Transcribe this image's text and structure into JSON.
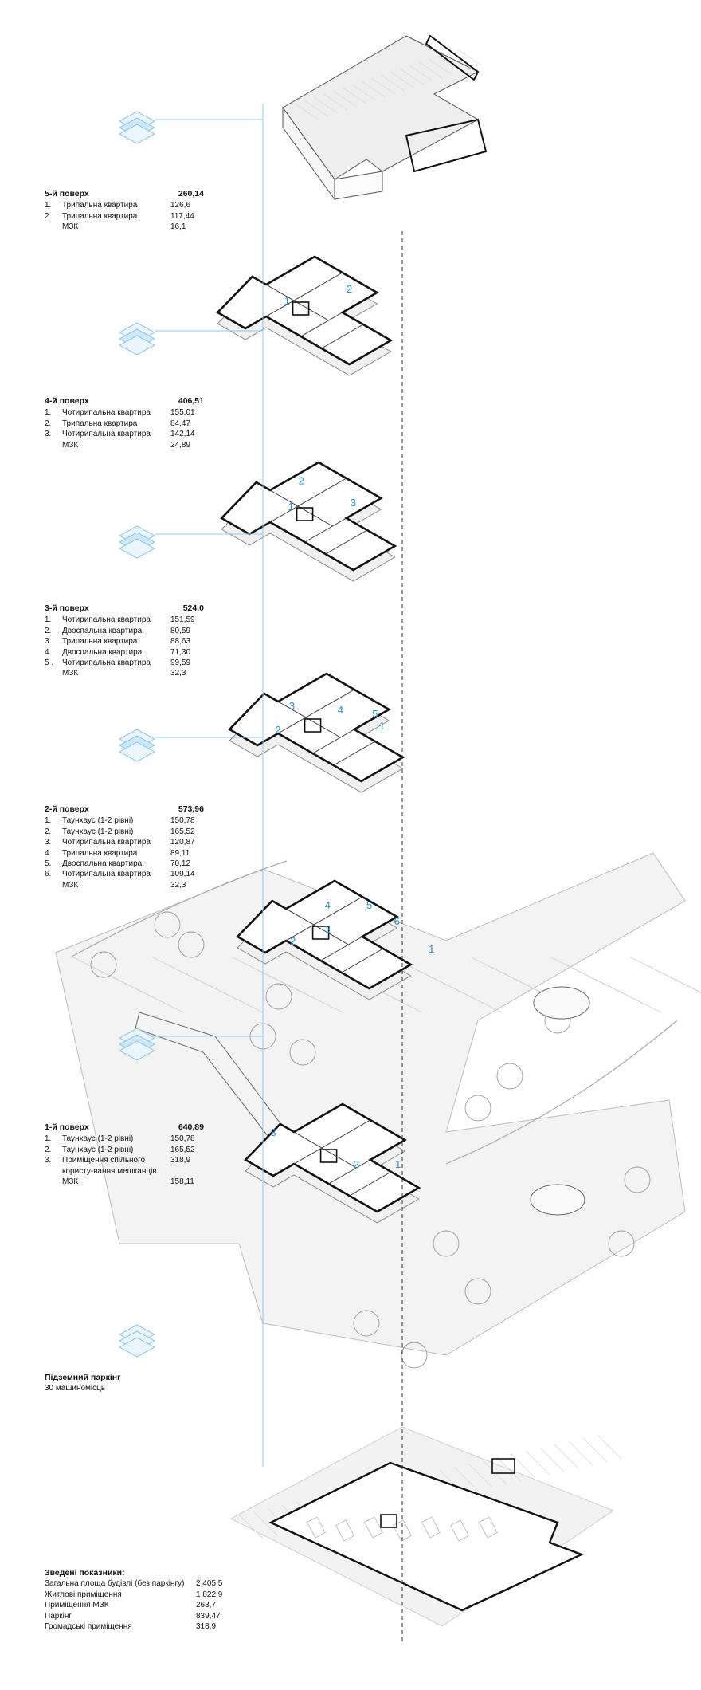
{
  "accent_color": "#2b8fd6",
  "line_color": "#8fc8ec",
  "floors": [
    {
      "title": "5-й поверх",
      "total": "260,14",
      "items": [
        {
          "num": "1.",
          "label": "Трипальна квартира",
          "value": "126,6"
        },
        {
          "num": "2.",
          "label": "Трипальна квартира",
          "value": "117,44"
        },
        {
          "num": "",
          "label": "МЗК",
          "value": "16,1"
        }
      ],
      "plan_labels": [
        "1",
        "2"
      ]
    },
    {
      "title": "4-й поверх",
      "total": "406,51",
      "items": [
        {
          "num": "1.",
          "label": "Чотирипальна квартира",
          "value": "155,01"
        },
        {
          "num": "2.",
          "label": "Трипальна квартира",
          "value": "84,47"
        },
        {
          "num": "3.",
          "label": "Чотирипальна квартира",
          "value": "142,14"
        },
        {
          "num": "",
          "label": "МЗК",
          "value": "24,89"
        }
      ],
      "plan_labels": [
        "1",
        "2",
        "3"
      ]
    },
    {
      "title": "3-й поверх",
      "total": "524,0",
      "items": [
        {
          "num": "1.",
          "label": "Чотирипальна квартира",
          "value": "151,59"
        },
        {
          "num": "2.",
          "label": "Двоспальна квартира",
          "value": "80,59"
        },
        {
          "num": "3.",
          "label": "Трипальна квартира",
          "value": "88,63"
        },
        {
          "num": "4.",
          "label": "Двоспальна квартира",
          "value": "71,30"
        },
        {
          "num": "5 .",
          "label": "Чотирипальна квартира",
          "value": "99,59"
        },
        {
          "num": "",
          "label": "МЗК",
          "value": "32,3"
        }
      ],
      "plan_labels": [
        "1",
        "2",
        "3",
        "4",
        "5"
      ]
    },
    {
      "title": "2-й поверх",
      "total": "573,96",
      "items": [
        {
          "num": "1.",
          "label": "Таунхаус (1-2 рівні)",
          "value": "150,78"
        },
        {
          "num": "2.",
          "label": "Таунхаус (1-2 рівні)",
          "value": "165,52"
        },
        {
          "num": "3.",
          "label": "Чотирипальна квартира",
          "value": "120,87"
        },
        {
          "num": "4.",
          "label": "Трипальна квартира",
          "value": "89,11"
        },
        {
          "num": "5.",
          "label": "Двоспальна квартира",
          "value": "70,12"
        },
        {
          "num": "6.",
          "label": "Чотирипальна квартира",
          "value": "109,14"
        },
        {
          "num": "",
          "label": "МЗК",
          "value": "32,3"
        }
      ],
      "plan_labels": [
        "1",
        "2",
        "3",
        "4",
        "5",
        "6"
      ]
    },
    {
      "title": "1-й поверх",
      "total": "640,89",
      "items": [
        {
          "num": "1.",
          "label": "Таунхаус (1-2 рівні)",
          "value": "150,78"
        },
        {
          "num": "2.",
          "label": "Таунхаус (1-2 рівні)",
          "value": "165,52"
        },
        {
          "num": "3.",
          "label": "Приміщення спільного користу-вання мешканців",
          "value": "318,9"
        },
        {
          "num": "",
          "label": "МЗК",
          "value": "158,11"
        }
      ],
      "plan_labels": [
        "1",
        "2",
        "3"
      ]
    }
  ],
  "parking": {
    "title": "Підземний паркінг",
    "subtitle": "30 машиномісць"
  },
  "summary": {
    "title": "Зведені показники:",
    "rows": [
      {
        "label": "Загальна площа будівлі (без паркінгу)",
        "value": "2 405,5"
      },
      {
        "label": "Житлові приміщення",
        "value": "1 822,9"
      },
      {
        "label": "Приміщення МЗК",
        "value": "263,7"
      },
      {
        "label": "Паркінг",
        "value": "839,47"
      },
      {
        "label": "Громадські приміщення",
        "value": "318,9"
      }
    ]
  }
}
